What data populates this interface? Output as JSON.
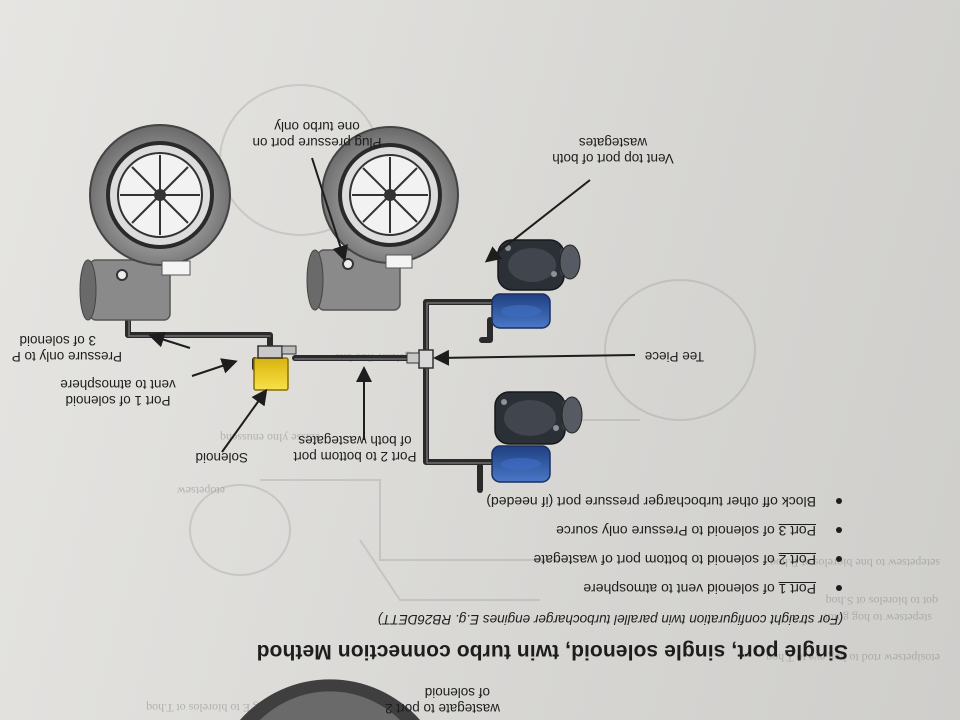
{
  "top_fragment": {
    "line1": "wastegate to port 2",
    "line2": "of solenoid"
  },
  "title": "Single port, single solenoid, twin turbo connection Method",
  "subtitle": "(For straight configuration twin parallel turbocharger engines E.g. RB26DETT)",
  "bullets": [
    {
      "prefix": "Port 1",
      "text": " of solenoid vent to atmosphere"
    },
    {
      "prefix": "Port 2",
      "text": " of solenoid to bottom port of wastegate"
    },
    {
      "prefix": "Port 3",
      "text": " of solenoid to Pressure only source"
    },
    {
      "prefix": "",
      "text": "Block off other turbocharger pressure port (if needed)"
    }
  ],
  "labels": {
    "solenoid": "Solenoid",
    "port2_line1": "Port 2 to bottom port",
    "port2_line2": "of both wastegates",
    "port1_line1": "Port 1 of solenoid",
    "port1_line2": "vent to atmosphere",
    "pressure_line1": "Pressure only to P",
    "pressure_line2": "3 of solenoid",
    "tee": "Tee Piece",
    "vent_line1": "Vent top port of both",
    "vent_line2": "wastegates",
    "plug_line1": "Plug pressure port on",
    "plug_line2": "one turbo only"
  },
  "colors": {
    "paper": "#e3e2df",
    "text": "#1d1d1d",
    "turbo_grey": "#8e8e8e",
    "turbo_dark": "#3a3a3a",
    "hose": "#2a2a2a",
    "solenoid_yellow": "#f2d11b",
    "wastegate_blue": "#2f5aa8",
    "wastegate_dark": "#2b2f36"
  },
  "icons": [
    "turbocharger-icon",
    "wastegate-actuator-icon",
    "solenoid-valve-icon",
    "tee-piece-icon",
    "leader-arrow-icon"
  ]
}
